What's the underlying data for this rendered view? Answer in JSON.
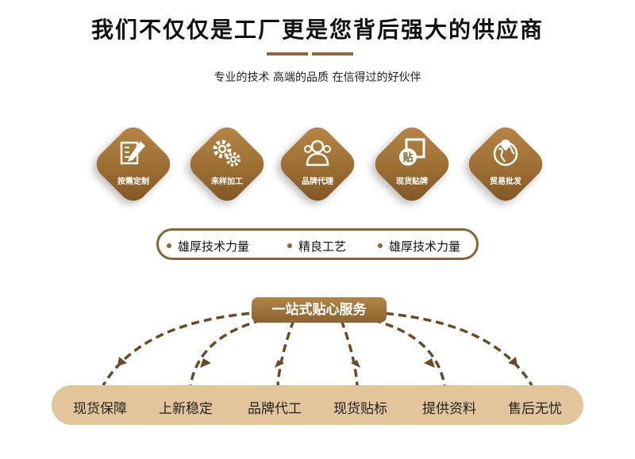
{
  "header": {
    "title": "我们不仅仅是工厂更是您背后强大的供应商",
    "subtitle": "专业的技术 高端的品质 在信得过的好伙伴"
  },
  "services": [
    {
      "label": "按需定制",
      "icon": "pencil-ruler-icon"
    },
    {
      "label": "来样加工",
      "icon": "gears-icon"
    },
    {
      "label": "品牌代理",
      "icon": "people-icon"
    },
    {
      "label": "现货贴牌",
      "icon": "tag-icon"
    },
    {
      "label": "贸易批发",
      "icon": "globe-icon"
    }
  ],
  "features": [
    "雄厚技术力量",
    "精良工艺",
    "雄厚技术力量"
  ],
  "center_badge": "一站式贴心服务",
  "benefits": [
    "现货保障",
    "上新稳定",
    "品牌代工",
    "现货贴标",
    "提供资料",
    "售后无忧"
  ],
  "colors": {
    "accent": "#9c6e32",
    "bar": "#e3c59b",
    "dashed_line": "#6b4a26"
  }
}
